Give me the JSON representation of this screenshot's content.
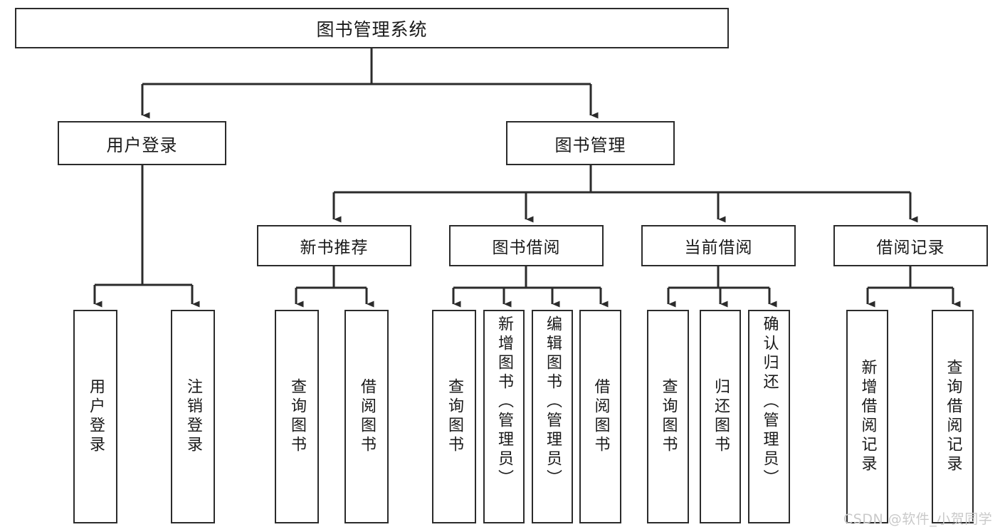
{
  "diagram": {
    "title": "图书管理系统",
    "root": {
      "label": "图书管理系统"
    },
    "level2": [
      {
        "label": "用户登录"
      },
      {
        "label": "图书管理"
      }
    ],
    "level3": [
      {
        "label": "新书推荐"
      },
      {
        "label": "图书借阅"
      },
      {
        "label": "当前借阅"
      },
      {
        "label": "借阅记录"
      }
    ],
    "leaves": [
      {
        "label": "用户登录"
      },
      {
        "label": "注销登录"
      },
      {
        "label": "查询图书"
      },
      {
        "label": "借阅图书"
      },
      {
        "label": "查询图书"
      },
      {
        "label": "新增图书（管理员）"
      },
      {
        "label": "编辑图书（管理员）"
      },
      {
        "label": "借阅图书"
      },
      {
        "label": "查询图书"
      },
      {
        "label": "归还图书"
      },
      {
        "label": "确认归还（管理员）"
      },
      {
        "label": "新增借阅记录"
      },
      {
        "label": "查询借阅记录"
      }
    ]
  },
  "watermark": {
    "text": "CSDN @软件_小贺同学"
  },
  "colors": {
    "stroke": "#2b2b2b",
    "background": "#ffffff",
    "text": "#1a1a1a",
    "watermark": "#c9c9c9"
  }
}
